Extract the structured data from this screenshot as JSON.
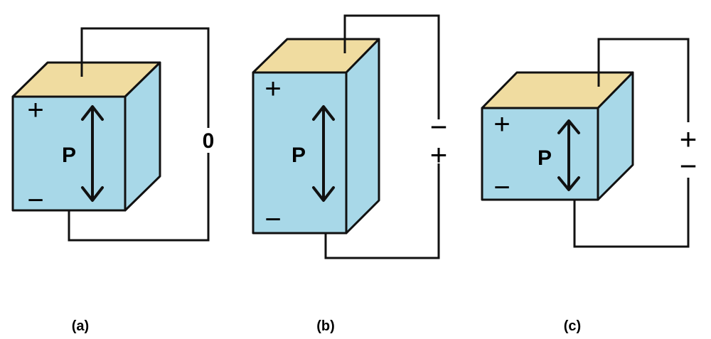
{
  "colors": {
    "front": "#a8d8e8",
    "side": "#a8d8e8",
    "top": "#f0dca0",
    "line": "#111111"
  },
  "panels": [
    {
      "caption": "(a)",
      "polarization_label": "P",
      "top_sign": "+",
      "bottom_sign": "−",
      "circuit_label": "0"
    },
    {
      "caption": "(b)",
      "polarization_label": "P",
      "top_sign": "+",
      "bottom_sign": "−",
      "battery_top": "−",
      "battery_bottom": "+"
    },
    {
      "caption": "(c)",
      "polarization_label": "P",
      "top_sign": "+",
      "bottom_sign": "−",
      "battery_top": "+",
      "battery_bottom": "−"
    }
  ]
}
